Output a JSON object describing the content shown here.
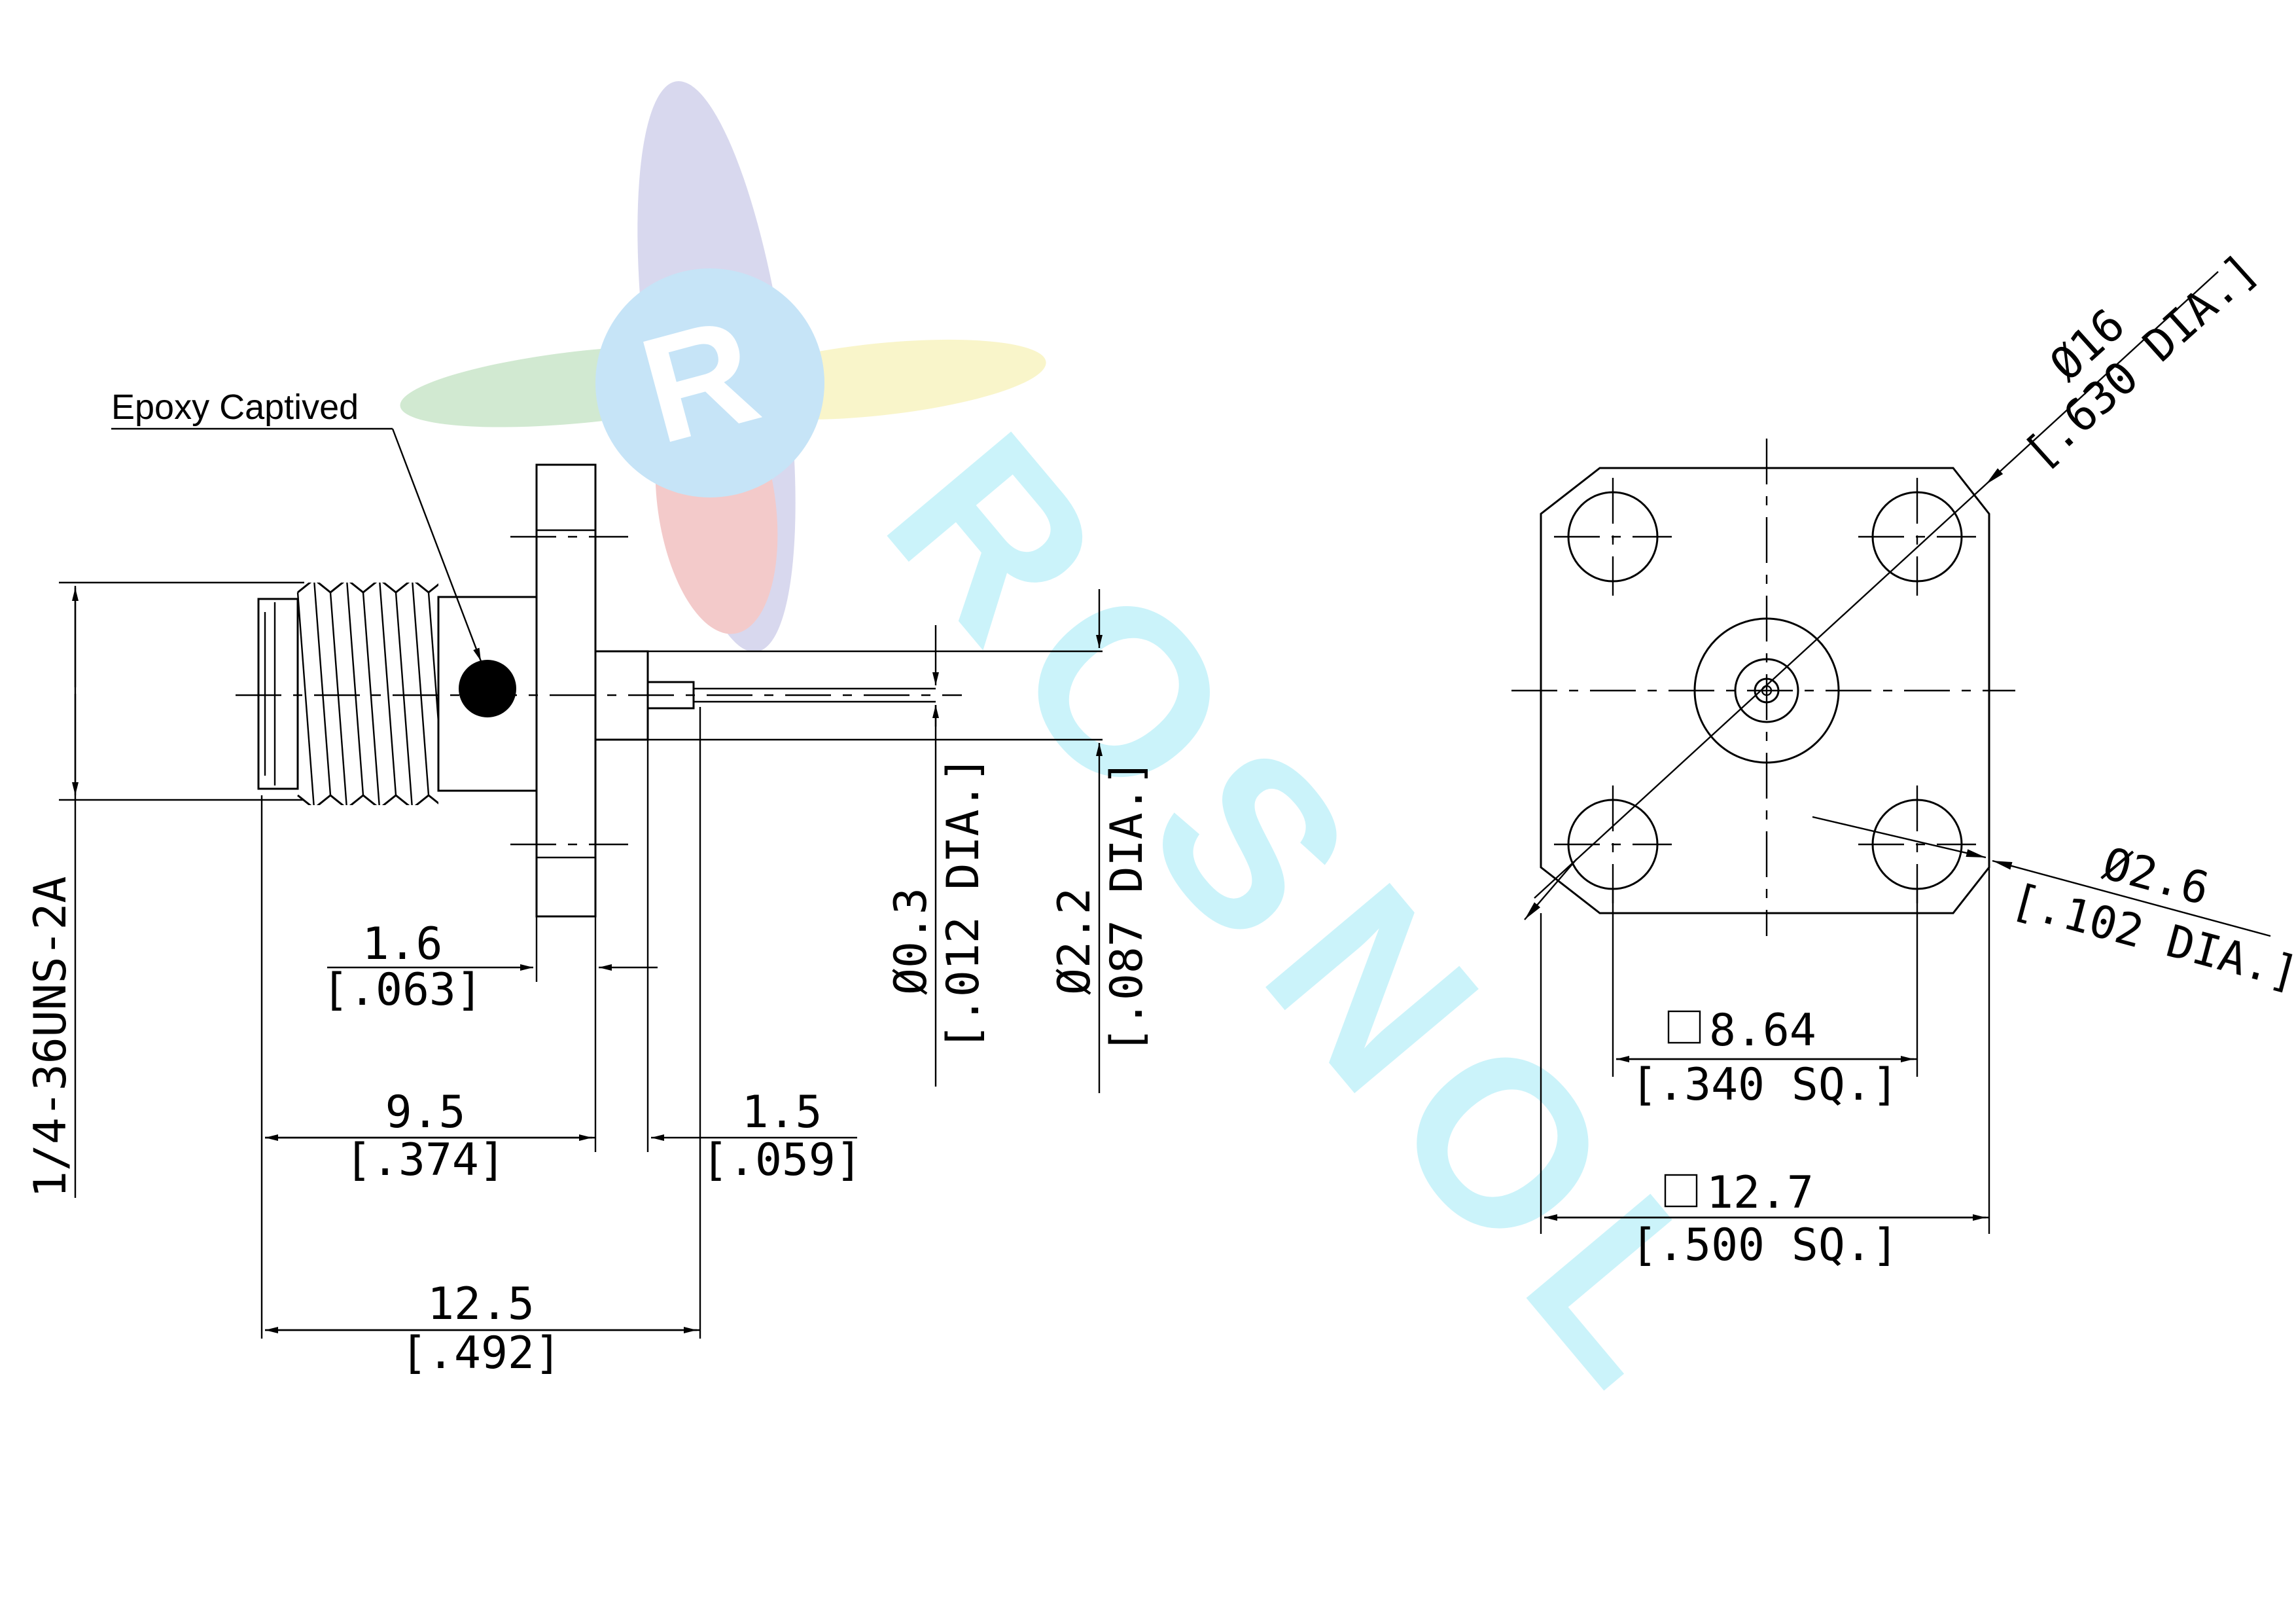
{
  "watermark": {
    "logo_letter": "R",
    "text": "ROSNOL",
    "colors": {
      "blue": "#7fb2e3",
      "red": "#e06060",
      "green": "#7bc07b",
      "yellow": "#f0e070",
      "cyan": "#a6ecf7"
    }
  },
  "side_view": {
    "epoxy_label": "Epoxy Captived",
    "thread_label": "1/4-36UNS-2A",
    "dim_flange_thickness": {
      "mm": "1.6",
      "inch": "[.063]"
    },
    "dim_body_length": {
      "mm": "9.5",
      "inch": "[.374]"
    },
    "dim_pin_length": {
      "mm": "1.5",
      "inch": "[.059]"
    },
    "dim_total_length": {
      "mm": "12.5",
      "inch": "[.492]"
    },
    "dim_pin_diameter": {
      "mm": "Ø0.3",
      "inch": "[.012 DIA.]"
    },
    "dim_dielectric_diameter": {
      "mm": "Ø2.2",
      "inch": "[.087 DIA.]"
    }
  },
  "front_view": {
    "dim_bolt_circle": {
      "mm": "Ø16",
      "inch": "[.630 DIA.]"
    },
    "dim_hole_diameter": {
      "mm": "Ø2.6",
      "inch": "[.102 DIA.]"
    },
    "dim_hole_spacing": {
      "mm": "8.64",
      "inch": "[.340 SQ.]"
    },
    "dim_flange_size": {
      "mm": "12.7",
      "inch": "[.500 SQ.]"
    }
  }
}
